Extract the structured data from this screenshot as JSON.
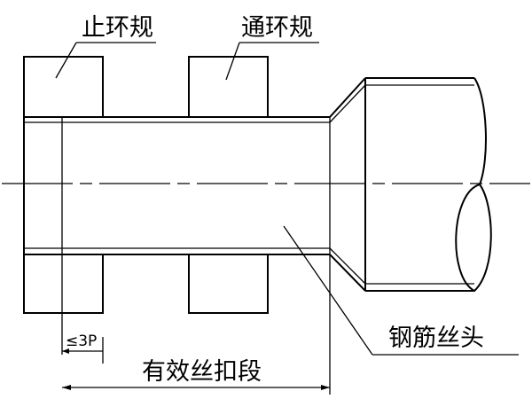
{
  "labels": {
    "stop_ring_gauge": "止环规",
    "go_ring_gauge": "通环规",
    "threaded_end": "钢筋丝头",
    "dimension": "≤3P",
    "effective_thread": "有效丝扣段"
  }
}
